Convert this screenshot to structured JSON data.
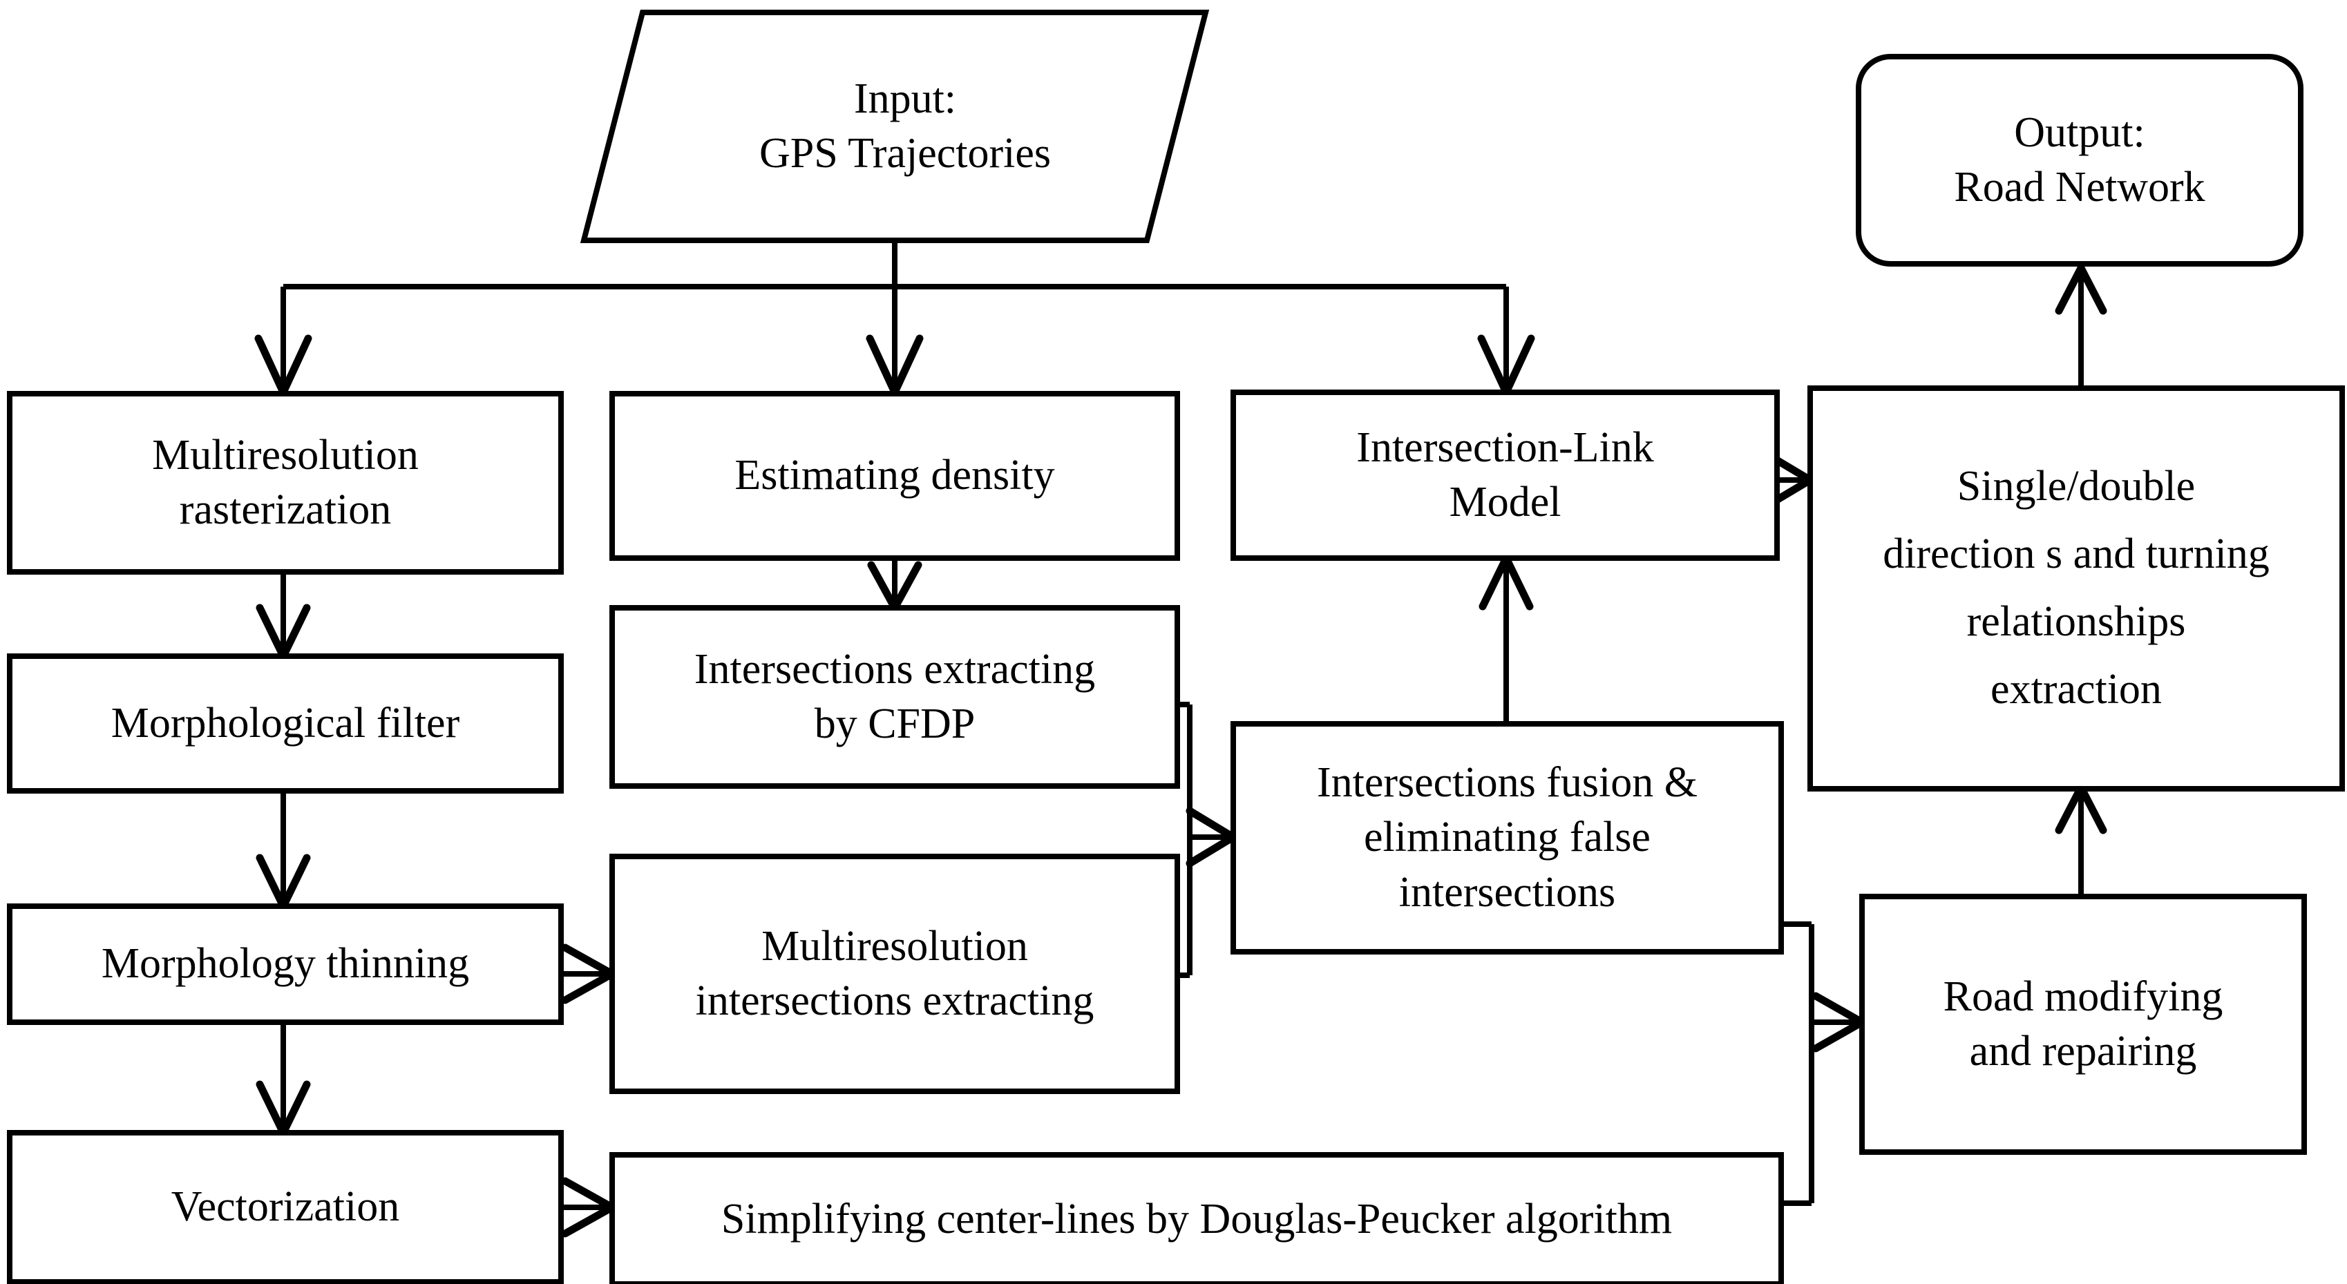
{
  "diagram": {
    "title": "Road network extraction from GPS trajectories flowchart",
    "colors": {
      "stroke": "#000000",
      "fill": "#ffffff",
      "text": "#000000"
    },
    "nodes": {
      "input": {
        "label": "Input:\nGPS Trajectories",
        "shape": "parallelogram"
      },
      "output": {
        "label": "Output:\nRoad Network",
        "shape": "rounded-rectangle"
      },
      "multiresolution_rasterization": {
        "label": "Multiresolution\nrasterization",
        "shape": "rectangle"
      },
      "morphological_filter": {
        "label": "Morphological filter",
        "shape": "rectangle"
      },
      "morphology_thinning": {
        "label": "Morphology thinning",
        "shape": "rectangle"
      },
      "vectorization": {
        "label": "Vectorization",
        "shape": "rectangle"
      },
      "estimating_density": {
        "label": "Estimating density",
        "shape": "rectangle"
      },
      "intersections_extracting_cfdp": {
        "label": "Intersections extracting\nby CFDP",
        "shape": "rectangle"
      },
      "multiresolution_intersections_extracting": {
        "label": "Multiresolution\nintersections extracting",
        "shape": "rectangle"
      },
      "simplifying_center_lines": {
        "label": "Simplifying center-lines by Douglas-Peucker algorithm",
        "shape": "rectangle"
      },
      "intersection_link_model": {
        "label": "Intersection-Link\nModel",
        "shape": "rectangle"
      },
      "intersections_fusion": {
        "label": "Intersections fusion &\neliminating   false\nintersections",
        "shape": "rectangle"
      },
      "single_double_directions": {
        "label": "Single/double\ndirection s and turning\nrelationships\nextraction",
        "shape": "rectangle"
      },
      "road_modifying_repairing": {
        "label": "Road modifying\nand repairing",
        "shape": "rectangle"
      }
    },
    "edges": [
      {
        "from": "input",
        "to": "multiresolution_rasterization",
        "style": "elbow-down-left"
      },
      {
        "from": "input",
        "to": "estimating_density",
        "style": "straight-down"
      },
      {
        "from": "input",
        "to": "intersection_link_model",
        "style": "elbow-down-right"
      },
      {
        "from": "multiresolution_rasterization",
        "to": "morphological_filter",
        "style": "straight-down"
      },
      {
        "from": "morphological_filter",
        "to": "morphology_thinning",
        "style": "straight-down"
      },
      {
        "from": "morphology_thinning",
        "to": "vectorization",
        "style": "straight-down"
      },
      {
        "from": "morphology_thinning",
        "to": "multiresolution_intersections_extracting",
        "style": "straight-right"
      },
      {
        "from": "vectorization",
        "to": "simplifying_center_lines",
        "style": "straight-right"
      },
      {
        "from": "estimating_density",
        "to": "intersections_extracting_cfdp",
        "style": "straight-down"
      },
      {
        "from": "intersections_extracting_cfdp",
        "to": "intersections_fusion",
        "style": "bracket-right"
      },
      {
        "from": "multiresolution_intersections_extracting",
        "to": "intersections_fusion",
        "style": "bracket-right"
      },
      {
        "from": "intersections_fusion",
        "to": "intersection_link_model",
        "style": "straight-up"
      },
      {
        "from": "intersection_link_model",
        "to": "single_double_directions",
        "style": "straight-right"
      },
      {
        "from": "intersections_fusion",
        "to": "road_modifying_repairing",
        "style": "bracket-right"
      },
      {
        "from": "simplifying_center_lines",
        "to": "road_modifying_repairing",
        "style": "bracket-right"
      },
      {
        "from": "road_modifying_repairing",
        "to": "single_double_directions",
        "style": "straight-up"
      },
      {
        "from": "single_double_directions",
        "to": "output",
        "style": "straight-up"
      }
    ]
  }
}
